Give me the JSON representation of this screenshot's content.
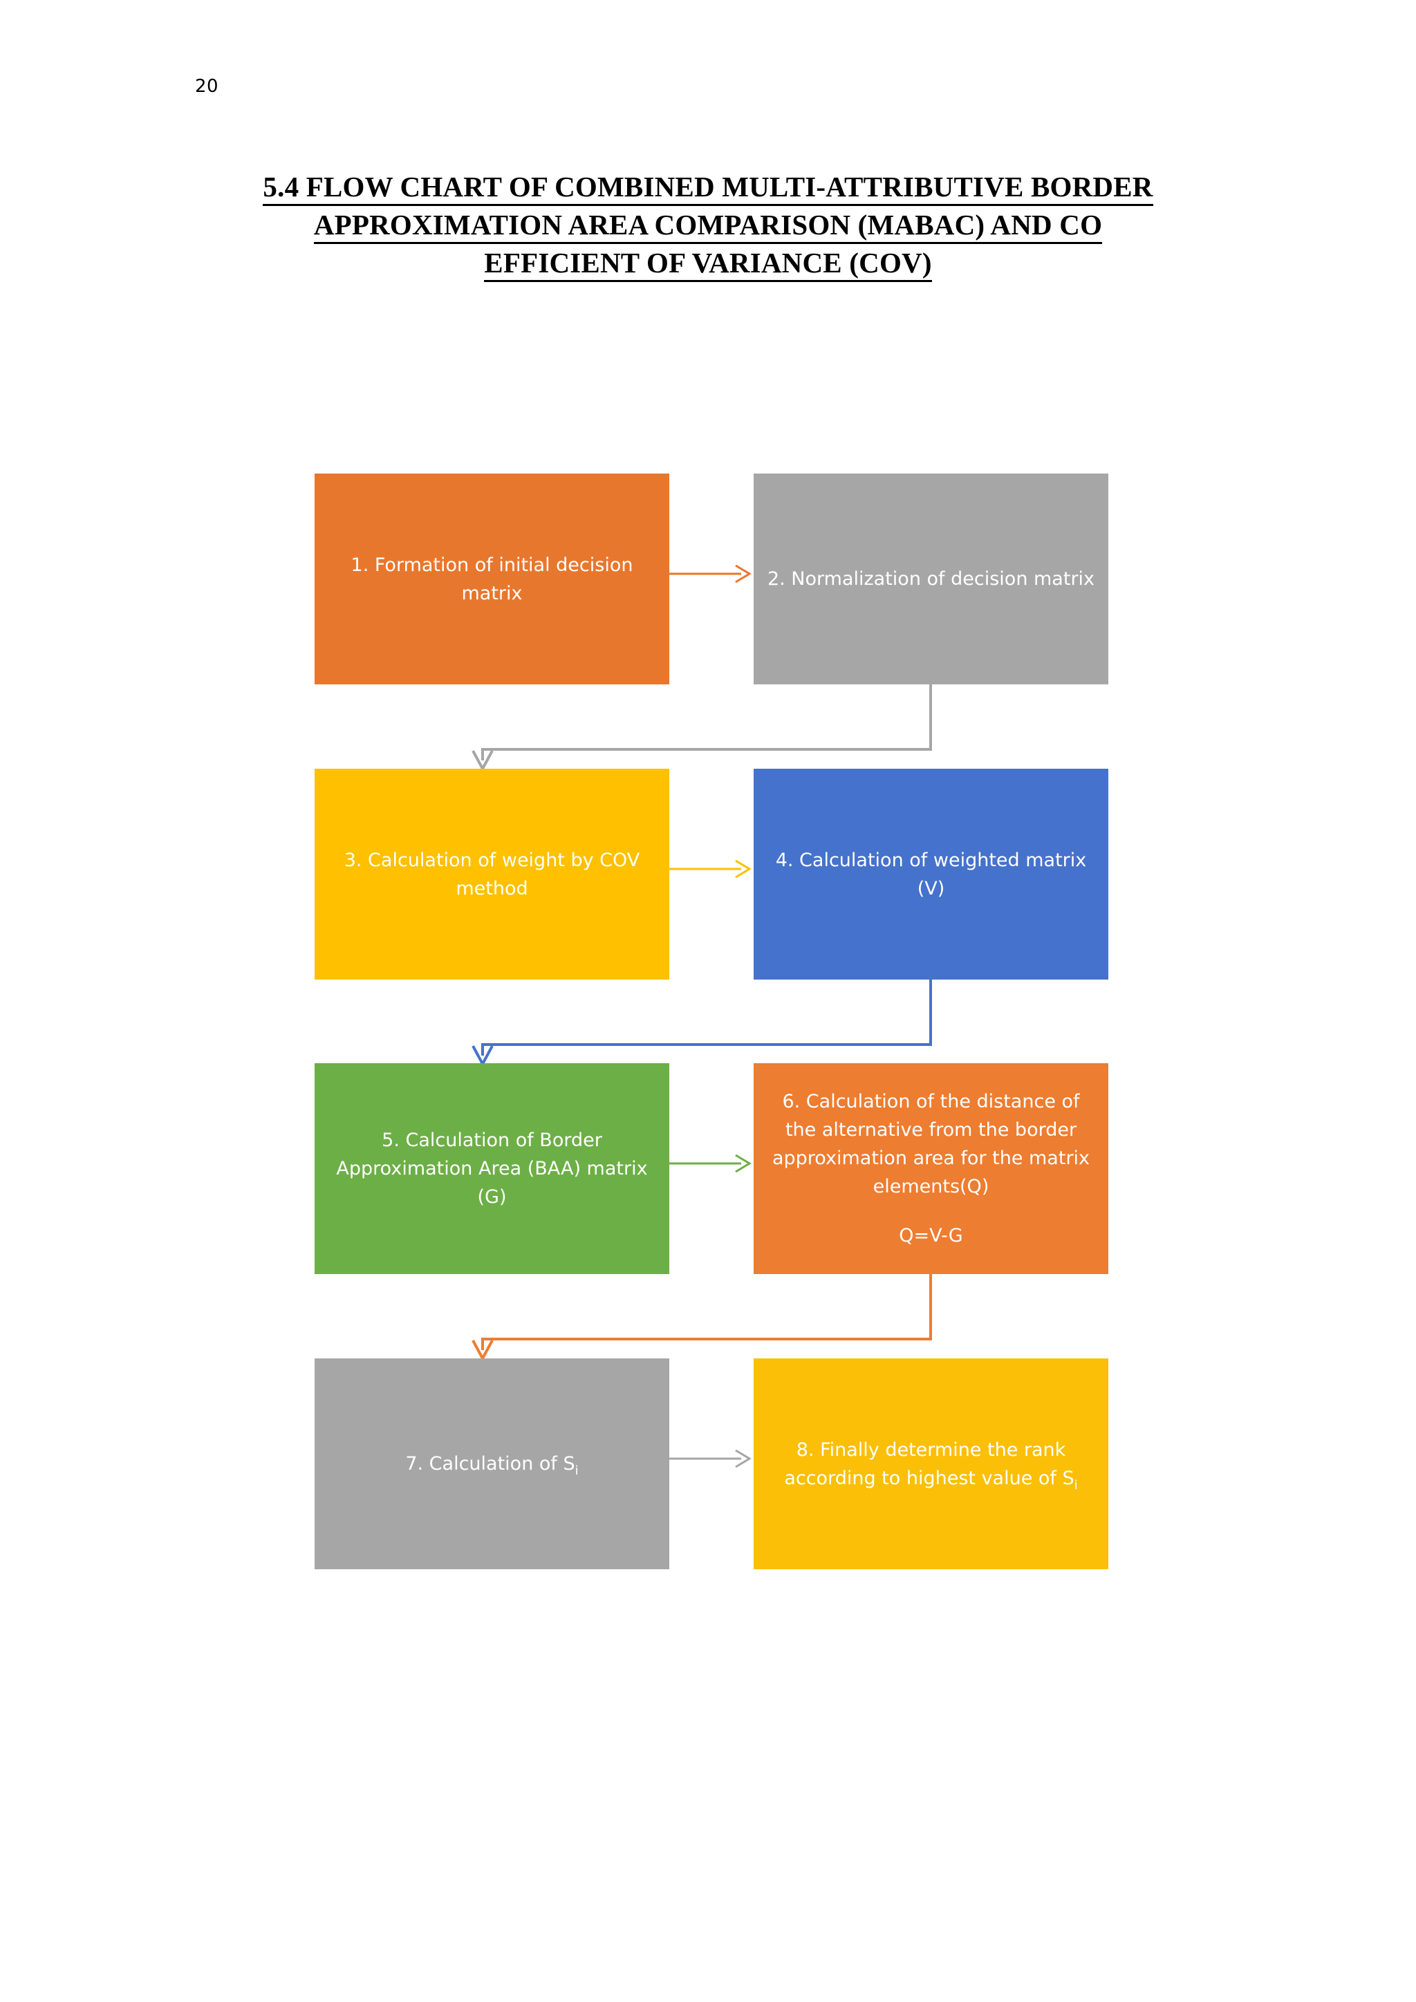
{
  "page": {
    "number": "20",
    "background": "#FFFFFF"
  },
  "title": {
    "line1": "5.4 FLOW CHART OF COMBINED MULTI-ATTRIBUTIVE BORDER",
    "line2": "APPROXIMATION AREA COMPARISON (MABAC) AND CO",
    "line3": "EFFICIENT OF VARIANCE (COV)"
  },
  "chart_data": {
    "type": "diagram",
    "title": "5.4 FLOW CHART OF COMBINED MULTI-ATTRIBUTIVE BORDER APPROXIMATION AREA COMPARISON (MABAC) AND CO EFFICIENT OF VARIANCE (COV)",
    "layout": "4 rows x 2 columns, serpentine flow",
    "nodes": [
      {
        "id": 1,
        "label": "1. Formation of initial decision matrix",
        "color": "#E8772E",
        "row": 1,
        "col": "left"
      },
      {
        "id": 2,
        "label": "2. Normalization of decision matrix",
        "color": "#A6A6A6",
        "row": 1,
        "col": "right"
      },
      {
        "id": 3,
        "label": "3. Calculation of weight by COV method",
        "color": "#FFC000",
        "row": 2,
        "col": "left"
      },
      {
        "id": 4,
        "label": "4. Calculation of weighted matrix (V)",
        "color": "#4572CC",
        "row": 2,
        "col": "right"
      },
      {
        "id": 5,
        "label": "5. Calculation of Border Approximation Area (BAA) matrix (G)",
        "color": "#6CAF46",
        "row": 3,
        "col": "left"
      },
      {
        "id": 6,
        "label": "6. Calculation of the distance of the alternative from the border approximation area for the matrix elements(Q)",
        "sublabel": "Q=V-G",
        "color": "#ED7D31",
        "row": 3,
        "col": "right"
      },
      {
        "id": 7,
        "label": "7. Calculation of S",
        "subscript": "i",
        "color": "#A6A6A6",
        "row": 4,
        "col": "left"
      },
      {
        "id": 8,
        "label": "8. Finally determine the rank according to highest value of S",
        "subscript": "i",
        "color": "#FBBF07",
        "row": 4,
        "col": "right"
      }
    ],
    "edges": [
      {
        "from": 1,
        "to": 2,
        "style": "straight-right",
        "color": "#E8772E"
      },
      {
        "from": 2,
        "to": 3,
        "style": "elbow-down-left",
        "color": "#A6A6A6"
      },
      {
        "from": 3,
        "to": 4,
        "style": "straight-right",
        "color": "#FFC000"
      },
      {
        "from": 4,
        "to": 5,
        "style": "elbow-down-left",
        "color": "#4572CC"
      },
      {
        "from": 5,
        "to": 6,
        "style": "straight-right",
        "color": "#6CAF46"
      },
      {
        "from": 6,
        "to": 7,
        "style": "elbow-down-left",
        "color": "#ED7D31"
      },
      {
        "from": 7,
        "to": 8,
        "style": "straight-right",
        "color": "#A6A6A6"
      }
    ]
  },
  "nodes": {
    "n1": {
      "text": "1. Formation of initial decision matrix"
    },
    "n2": {
      "text": "2. Normalization of decision matrix"
    },
    "n3": {
      "text": "3. Calculation of weight by COV method"
    },
    "n4": {
      "text": "4. Calculation of weighted matrix (V)"
    },
    "n5": {
      "text": "5. Calculation of Border Approximation Area (BAA) matrix (G)"
    },
    "n6": {
      "text": "6. Calculation of the distance of the alternative from the border approximation area for the matrix elements(Q)",
      "sub": "Q=V-G"
    },
    "n7": {
      "text": "7. Calculation of S",
      "subscript": "i"
    },
    "n8": {
      "text": "8. Finally determine the rank according to highest value of S",
      "subscript": "i"
    }
  }
}
